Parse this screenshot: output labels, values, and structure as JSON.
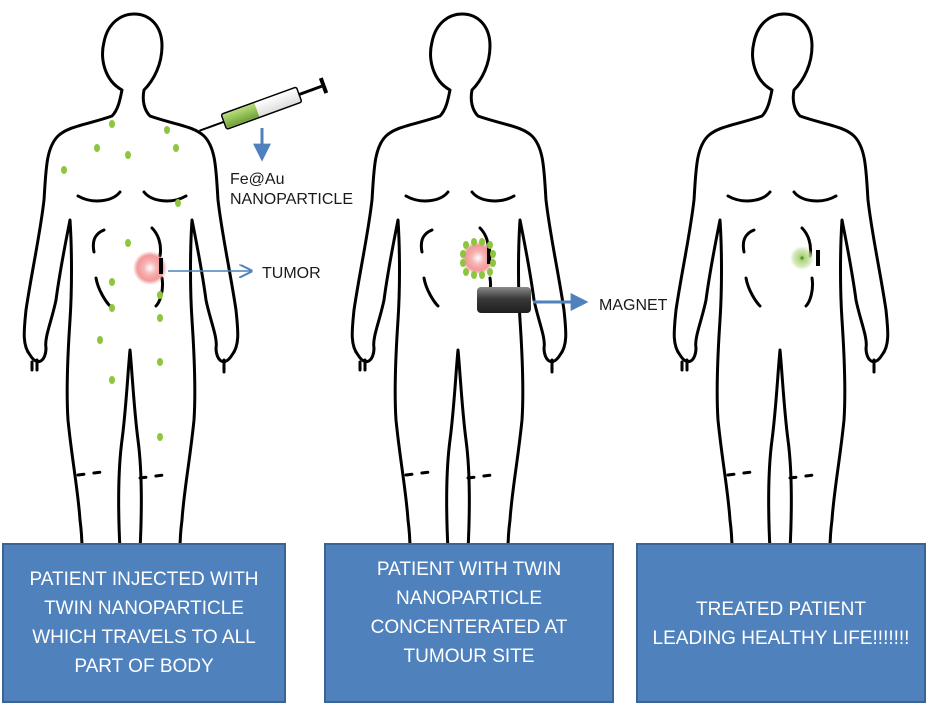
{
  "labels": {
    "nanoparticle": "Fe@Au\nNANOPARTICLE",
    "tumor": "TUMOR",
    "magnet": "MAGNET"
  },
  "captions": [
    "PATIENT INJECTED WITH TWIN NANOPARTICLE WHICH TRAVELS TO ALL PART OF BODY",
    "PATIENT WITH TWIN NANOPARTICLE CONCENTERATED AT TUMOUR SITE",
    "TREATED PATIENT LEADING HEALTHY LIFE!!!!!!!"
  ],
  "colors": {
    "caption_fill": "#4f81bd",
    "caption_border": "#3a6494",
    "arrow": "#4f81bd",
    "nanoparticle": "#8cc63f",
    "tumor": "#f08080",
    "magnet": "#3a3a3a"
  },
  "icons": [
    "syringe-icon",
    "magnet-icon",
    "tumor-icon",
    "human-body-icon"
  ]
}
